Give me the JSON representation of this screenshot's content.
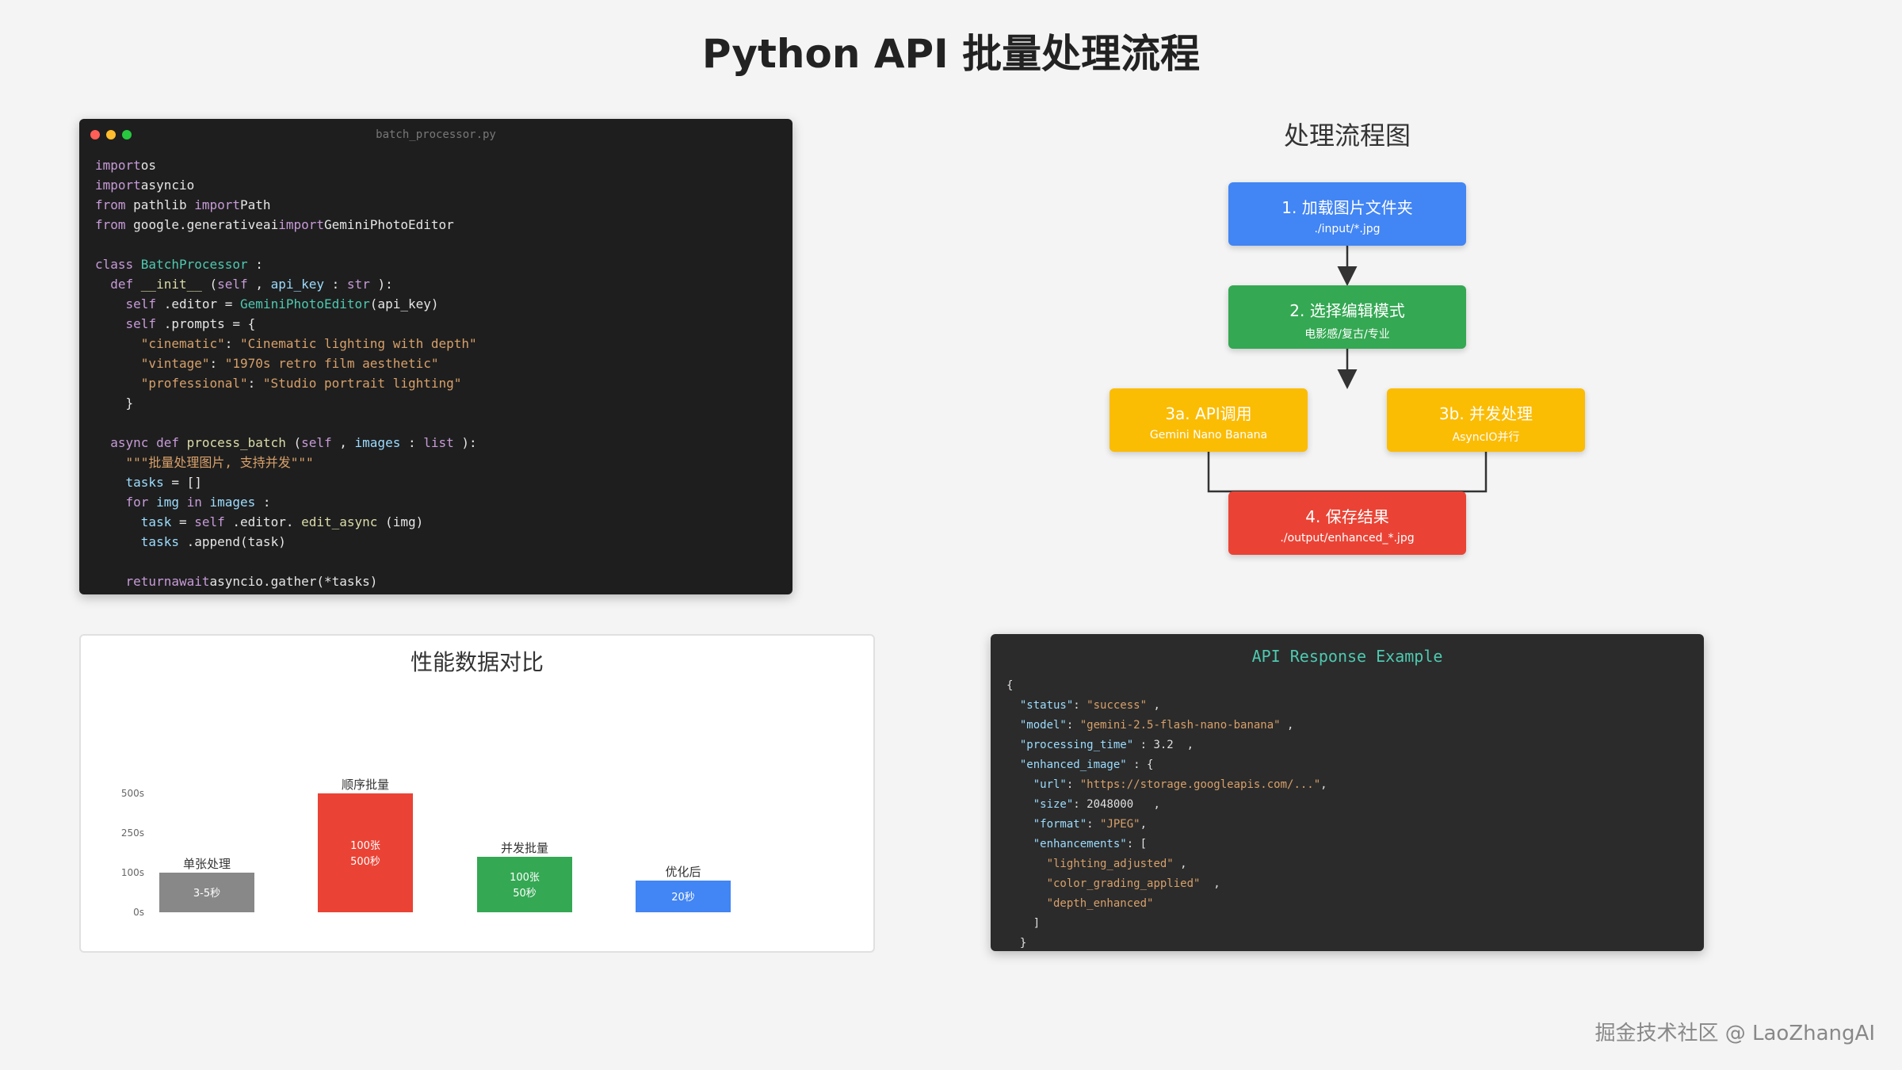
{
  "page": {
    "title": "Python API 批量处理流程"
  },
  "code_window": {
    "filename": "batch_processor.py",
    "lines": [
      [
        {
          "t": "import",
          "c": "kw"
        },
        {
          "t": "os",
          "c": ""
        }
      ],
      [
        {
          "t": "import",
          "c": "kw"
        },
        {
          "t": "asyncio",
          "c": ""
        }
      ],
      [
        {
          "t": "from ",
          "c": "kw"
        },
        {
          "t": "pathlib ",
          "c": ""
        },
        {
          "t": "import",
          "c": "kw"
        },
        {
          "t": "Path",
          "c": ""
        }
      ],
      [
        {
          "t": "from ",
          "c": "kw"
        },
        {
          "t": "google.generativeai",
          "c": ""
        },
        {
          "t": "import",
          "c": "kw"
        },
        {
          "t": "GeminiPhotoEditor",
          "c": ""
        }
      ],
      [],
      [
        {
          "t": "class ",
          "c": "kw"
        },
        {
          "t": "BatchProcessor",
          "c": "cls"
        },
        {
          "t": " :",
          "c": ""
        }
      ],
      [
        {
          "t": "  ",
          "c": ""
        },
        {
          "t": "def ",
          "c": "kw"
        },
        {
          "t": "__init__ ",
          "c": "fn"
        },
        {
          "t": "(",
          "c": ""
        },
        {
          "t": "self ",
          "c": "kw"
        },
        {
          "t": ", ",
          "c": ""
        },
        {
          "t": "api_key",
          "c": "param"
        },
        {
          "t": " : ",
          "c": ""
        },
        {
          "t": "str",
          "c": "kw"
        },
        {
          "t": " ):",
          "c": ""
        }
      ],
      [
        {
          "t": "    ",
          "c": ""
        },
        {
          "t": "self",
          "c": "kw"
        },
        {
          "t": " .editor = ",
          "c": ""
        },
        {
          "t": "GeminiPhotoEditor",
          "c": "cls"
        },
        {
          "t": "(api_key)",
          "c": ""
        }
      ],
      [
        {
          "t": "    ",
          "c": ""
        },
        {
          "t": "self",
          "c": "kw"
        },
        {
          "t": " .prompts = {",
          "c": ""
        }
      ],
      [
        {
          "t": "      ",
          "c": ""
        },
        {
          "t": "\"cinematic\"",
          "c": "str"
        },
        {
          "t": ": ",
          "c": ""
        },
        {
          "t": "\"Cinematic lighting with depth\"",
          "c": "str"
        }
      ],
      [
        {
          "t": "      ",
          "c": ""
        },
        {
          "t": "\"vintage\"",
          "c": "str"
        },
        {
          "t": ": ",
          "c": ""
        },
        {
          "t": "\"1970s retro film aesthetic\"",
          "c": "str"
        }
      ],
      [
        {
          "t": "      ",
          "c": ""
        },
        {
          "t": "\"professional\"",
          "c": "str"
        },
        {
          "t": ": ",
          "c": ""
        },
        {
          "t": "\"Studio portrait lighting\"",
          "c": "str"
        }
      ],
      [
        {
          "t": "    }",
          "c": ""
        }
      ],
      [],
      [
        {
          "t": "  ",
          "c": ""
        },
        {
          "t": "async def ",
          "c": "kw"
        },
        {
          "t": "process_batch ",
          "c": "fn"
        },
        {
          "t": "(",
          "c": ""
        },
        {
          "t": "self ",
          "c": "kw"
        },
        {
          "t": ", ",
          "c": ""
        },
        {
          "t": "images",
          "c": "param"
        },
        {
          "t": " : ",
          "c": ""
        },
        {
          "t": "list",
          "c": "kw"
        },
        {
          "t": " ):",
          "c": ""
        }
      ],
      [
        {
          "t": "    ",
          "c": ""
        },
        {
          "t": "\"\"\"批量处理图片, 支持并发\"\"\"",
          "c": "cmt"
        }
      ],
      [
        {
          "t": "    ",
          "c": ""
        },
        {
          "t": "tasks",
          "c": "param"
        },
        {
          "t": " = []",
          "c": ""
        }
      ],
      [
        {
          "t": "    ",
          "c": ""
        },
        {
          "t": "for ",
          "c": "kw"
        },
        {
          "t": "img ",
          "c": "param"
        },
        {
          "t": "in ",
          "c": "kw"
        },
        {
          "t": "images",
          "c": "param"
        },
        {
          "t": " :",
          "c": ""
        }
      ],
      [
        {
          "t": "      ",
          "c": ""
        },
        {
          "t": "task",
          "c": "param"
        },
        {
          "t": " = ",
          "c": ""
        },
        {
          "t": "self",
          "c": "kw"
        },
        {
          "t": " .editor. ",
          "c": ""
        },
        {
          "t": "edit_async",
          "c": "fn"
        },
        {
          "t": " (img)",
          "c": ""
        }
      ],
      [
        {
          "t": "      ",
          "c": ""
        },
        {
          "t": "tasks",
          "c": "param"
        },
        {
          "t": " .append(task)",
          "c": ""
        }
      ],
      [],
      [
        {
          "t": "    ",
          "c": ""
        },
        {
          "t": "return",
          "c": "kw"
        },
        {
          "t": "await",
          "c": "kw"
        },
        {
          "t": "asyncio",
          "c": ""
        },
        {
          "t": ".gather(*tasks)",
          "c": ""
        }
      ]
    ]
  },
  "flowchart": {
    "title": "处理流程图",
    "nodes": [
      {
        "label": "1. 加载图片文件夹",
        "sub": "./input/*.jpg",
        "color": "#4285f4"
      },
      {
        "label": "2. 选择编辑模式",
        "sub": "电影感/复古/专业",
        "color": "#34a853"
      },
      {
        "label": "3a. API调用",
        "sub": "Gemini Nano Banana",
        "color": "#fbbc04"
      },
      {
        "label": "3b. 并发处理",
        "sub": "AsyncIO并行",
        "color": "#fbbc04"
      },
      {
        "label": "4. 保存结果",
        "sub": "./output/enhanced_*.jpg",
        "color": "#ea4335"
      }
    ]
  },
  "chart_data": {
    "type": "bar",
    "title": "性能数据对比",
    "yticks": [
      "0s",
      "100s",
      "250s",
      "500s"
    ],
    "categories": [
      "单张处理",
      "顺序批量",
      "并发批量",
      "优化后"
    ],
    "values": [
      4,
      500,
      50,
      20
    ],
    "bar_labels": [
      [
        "3-5秒"
      ],
      [
        "100张",
        "500秒"
      ],
      [
        "100张",
        "50秒"
      ],
      [
        "20秒"
      ]
    ],
    "colors": [
      "#888888",
      "#ea4335",
      "#34a853",
      "#4285f4"
    ],
    "note": "bar heights visually normalized (not to scale)"
  },
  "json_panel": {
    "title": "API Response Example",
    "lines": [
      [
        {
          "t": "{",
          "c": ""
        }
      ],
      [
        {
          "t": "  ",
          "c": ""
        },
        {
          "t": "\"status\"",
          "c": "jk"
        },
        {
          "t": ": ",
          "c": ""
        },
        {
          "t": "\"success\"",
          "c": "js"
        },
        {
          "t": " ,",
          "c": ""
        }
      ],
      [
        {
          "t": "  ",
          "c": ""
        },
        {
          "t": "\"model\"",
          "c": "jk"
        },
        {
          "t": ": ",
          "c": ""
        },
        {
          "t": "\"gemini-2.5-flash-nano-banana\"",
          "c": "js"
        },
        {
          "t": " ,",
          "c": ""
        }
      ],
      [
        {
          "t": "  ",
          "c": ""
        },
        {
          "t": "\"processing_time\"",
          "c": "jk"
        },
        {
          "t": " : 3.2  ,",
          "c": ""
        }
      ],
      [
        {
          "t": "  ",
          "c": ""
        },
        {
          "t": "\"enhanced_image\"",
          "c": "jk"
        },
        {
          "t": " : {",
          "c": ""
        }
      ],
      [
        {
          "t": "    ",
          "c": ""
        },
        {
          "t": "\"url\"",
          "c": "jk"
        },
        {
          "t": ": ",
          "c": ""
        },
        {
          "t": "\"https://storage.googleapis.com/...\"",
          "c": "js"
        },
        {
          "t": ",",
          "c": ""
        }
      ],
      [
        {
          "t": "    ",
          "c": ""
        },
        {
          "t": "\"size\"",
          "c": "jk"
        },
        {
          "t": ": 2048000   ,",
          "c": ""
        }
      ],
      [
        {
          "t": "    ",
          "c": ""
        },
        {
          "t": "\"format\"",
          "c": "jk"
        },
        {
          "t": ": ",
          "c": ""
        },
        {
          "t": "\"JPEG\"",
          "c": "js"
        },
        {
          "t": ",",
          "c": ""
        }
      ],
      [
        {
          "t": "    ",
          "c": ""
        },
        {
          "t": "\"enhancements\"",
          "c": "jk"
        },
        {
          "t": ": [",
          "c": ""
        }
      ],
      [
        {
          "t": "      ",
          "c": ""
        },
        {
          "t": "\"lighting_adjusted\"",
          "c": "js"
        },
        {
          "t": " ,",
          "c": ""
        }
      ],
      [
        {
          "t": "      ",
          "c": ""
        },
        {
          "t": "\"color_grading_applied\"",
          "c": "js"
        },
        {
          "t": "  ,",
          "c": ""
        }
      ],
      [
        {
          "t": "      ",
          "c": ""
        },
        {
          "t": "\"depth_enhanced\"",
          "c": "js"
        }
      ],
      [
        {
          "t": "    ]",
          "c": ""
        }
      ],
      [
        {
          "t": "  }",
          "c": ""
        }
      ]
    ]
  },
  "watermark": "掘金技术社区 @ LaoZhangAI"
}
